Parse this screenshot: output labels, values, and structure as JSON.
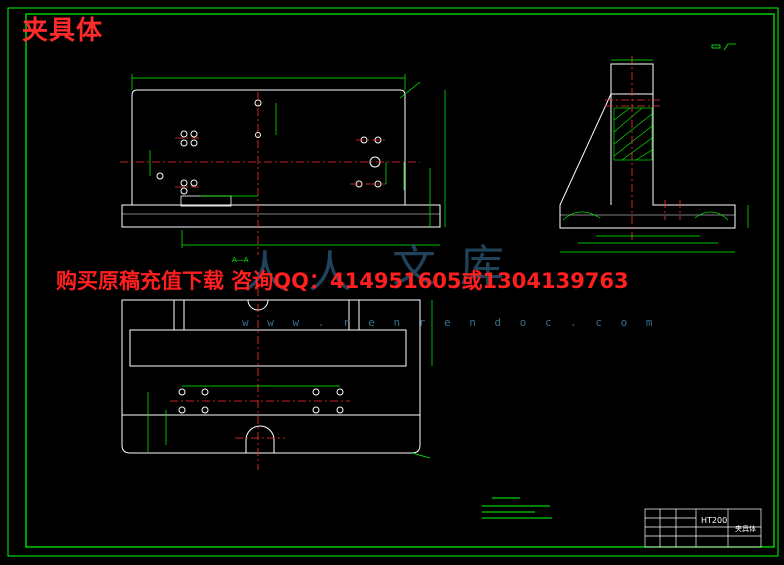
{
  "drawing": {
    "title": "夹具体",
    "banner": "购买原稿充值下载 咨询QQ：414951605或1304139763",
    "watermark_url": "w w w . r e n r e n d o c . c o m",
    "watermark_chars": [
      "人",
      "人",
      "文",
      "库"
    ],
    "section_label": "A—A",
    "material": "HT200",
    "part_name": "夹具体"
  },
  "colors": {
    "background": "#000000",
    "outline": "#ffffff",
    "border": "#00ff00",
    "dimension": "#00ff00",
    "centerline": "#ff3030",
    "hatch": "#00ff00",
    "title_text": "#ff2a2a",
    "watermark": "#2b5a7a"
  },
  "icons": [
    "surface-roughness-icon"
  ]
}
